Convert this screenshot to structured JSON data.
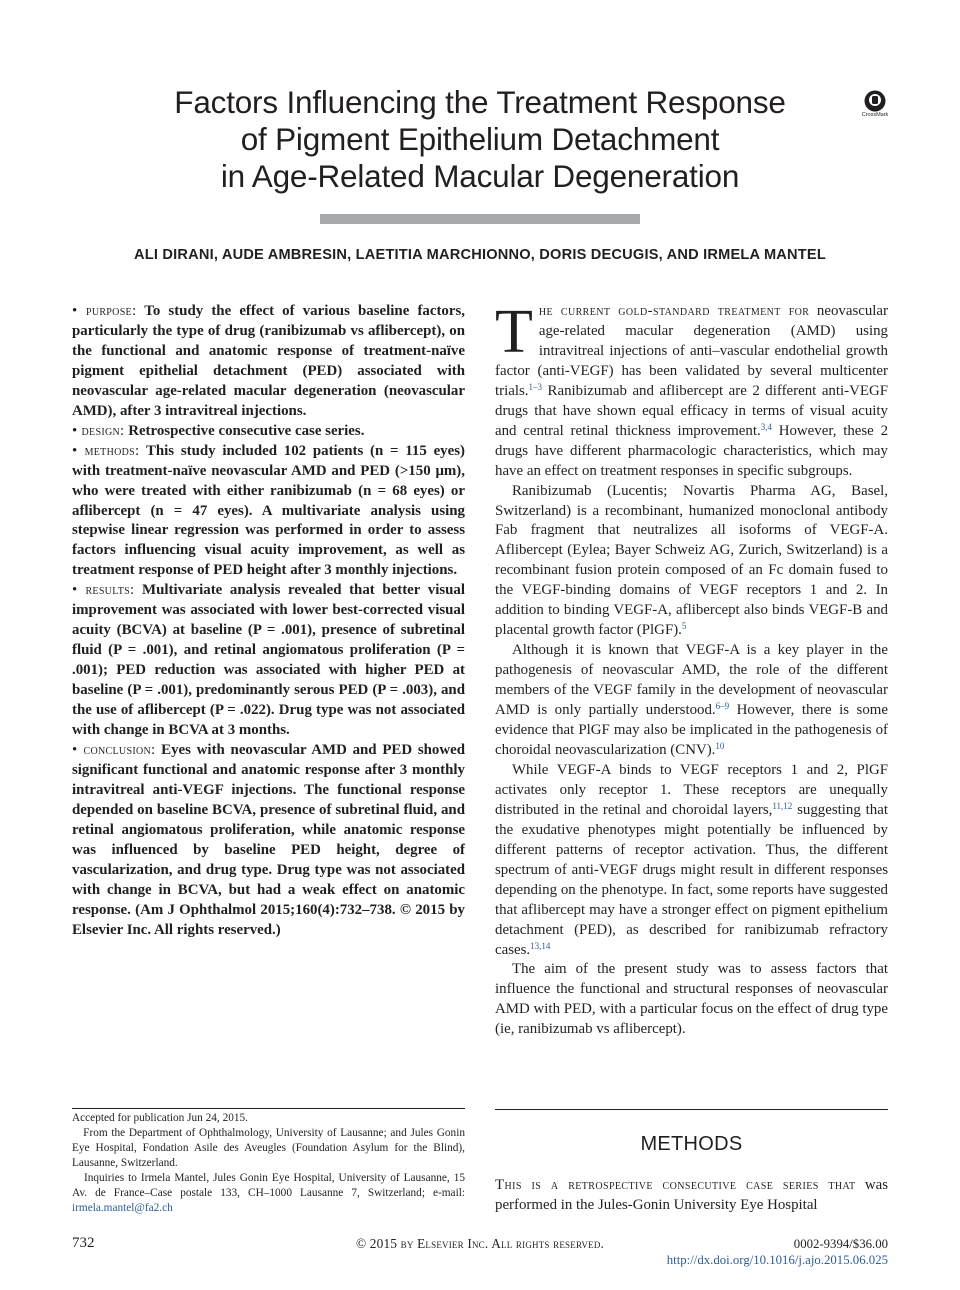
{
  "title": {
    "line1": "Factors Influencing the Treatment Response",
    "line2": "of Pigment Epithelium Detachment",
    "line3": "in Age-Related Macular Degeneration"
  },
  "crossmark_label": "CrossMark",
  "authors": "ALI DIRANI, AUDE AMBRESIN, LAETITIA MARCHIONNO, DORIS DECUGIS, AND IRMELA MANTEL",
  "abstract": {
    "purpose_label": "• purpose:",
    "purpose": "To study the effect of various baseline factors, particularly the type of drug (ranibizumab vs aflibercept), on the functional and anatomic response of treatment-naïve pigment epithelial detachment (PED) associated with neovascular age-related macular degeneration (neovascular AMD), after 3 intravitreal injections.",
    "design_label": "• design:",
    "design": "Retrospective consecutive case series.",
    "methods_label": "• methods:",
    "methods": "This study included 102 patients (n = 115 eyes) with treatment-naïve neovascular AMD and PED (>150 μm), who were treated with either ranibizumab (n = 68 eyes) or aflibercept (n = 47 eyes). A multivariate analysis using stepwise linear regression was performed in order to assess factors influencing visual acuity improvement, as well as treatment response of PED height after 3 monthly injections.",
    "results_label": "• results:",
    "results": "Multivariate analysis revealed that better visual improvement was associated with lower best-corrected visual acuity (BCVA) at baseline (P = .001), presence of subretinal fluid (P = .001), and retinal angiomatous proliferation (P = .001); PED reduction was associated with higher PED at baseline (P = .001), predominantly serous PED (P = .003), and the use of aflibercept (P = .022). Drug type was not associated with change in BCVA at 3 months.",
    "conclusion_label": "• conclusion:",
    "conclusion": "Eyes with neovascular AMD and PED showed significant functional and anatomic response after 3 monthly intravitreal anti-VEGF injections. The functional response depended on baseline BCVA, presence of subretinal fluid, and retinal angiomatous proliferation, while anatomic response was influenced by baseline PED height, degree of vascularization, and drug type. Drug type was not associated with change in BCVA, but had a weak effect on anatomic response. (Am J Ophthalmol 2015;160(4):732–738. © 2015 by Elsevier Inc. All rights reserved.)"
  },
  "footnotes": {
    "accepted": "Accepted for publication Jun 24, 2015.",
    "affiliation": "From the Department of Ophthalmology, University of Lausanne; and Jules Gonin Eye Hospital, Fondation Asile des Aveugles (Foundation Asylum for the Blind), Lausanne, Switzerland.",
    "inquiries": "Inquiries to Irmela Mantel, Jules Gonin Eye Hospital, University of Lausanne, 15 Av. de France–Case postale 133, CH–1000 Lausanne 7, Switzerland; e-mail:",
    "email": "irmela.mantel@fa2.ch"
  },
  "body": {
    "p1_dropcap": "T",
    "p1_lead": "he current gold-standard treatment for",
    "p1_a": "neovascular age-related macular degeneration (AMD) using intravitreal injections of anti–vascular endothelial growth factor (anti-VEGF) has been validated by several multicenter trials.",
    "p1_ref1": "1–3",
    "p1_b": "Ranibizumab and aflibercept are 2 different anti-VEGF drugs that have shown equal efficacy in terms of visual acuity and central retinal thickness improvement.",
    "p1_ref2": "3,4",
    "p1_c": "However, these 2 drugs have different pharmacologic characteristics, which may have an effect on treatment responses in specific subgroups.",
    "p2_a": "Ranibizumab (Lucentis; Novartis Pharma AG, Basel, Switzerland) is a recombinant, humanized monoclonal antibody Fab fragment that neutralizes all isoforms of VEGF-A. Aflibercept (Eylea; Bayer Schweiz AG, Zurich, Switzerland) is a recombinant fusion protein composed of an Fc domain fused to the VEGF-binding domains of VEGF receptors 1 and 2. In addition to binding VEGF-A, aflibercept also binds VEGF-B and placental growth factor (PlGF).",
    "p2_ref": "5",
    "p3_a": "Although it is known that VEGF-A is a key player in the pathogenesis of neovascular AMD, the role of the different members of the VEGF family in the development of neovascular AMD is only partially understood.",
    "p3_ref1": "6–9",
    "p3_b": "However, there is some evidence that PlGF may also be implicated in the pathogenesis of choroidal neovascularization (CNV).",
    "p3_ref2": "10",
    "p4_a": "While VEGF-A binds to VEGF receptors 1 and 2, PlGF activates only receptor 1. These receptors are unequally distributed in the retinal and choroidal layers,",
    "p4_ref1": "11,12",
    "p4_b": "suggesting that the exudative phenotypes might potentially be influenced by different patterns of receptor activation. Thus, the different spectrum of anti-VEGF drugs might result in different responses depending on the phenotype. In fact, some reports have suggested that aflibercept may have a stronger effect on pigment epithelium detachment (PED), as described for ranibizumab refractory cases.",
    "p4_ref2": "13,14",
    "p5": "The aim of the present study was to assess factors that influence the functional and structural responses of neovascular AMD with PED, with a particular focus on the effect of drug type (ie, ranibizumab vs aflibercept)."
  },
  "methods": {
    "heading": "METHODS",
    "lead": "This is a retrospective consecutive case series that",
    "text": "was performed in the Jules-Gonin University Eye Hospital"
  },
  "footer": {
    "page_number": "732",
    "copyright": "© 2015 by Elsevier Inc. All rights reserved.",
    "issn": "0002-9394/$36.00",
    "doi": "http://dx.doi.org/10.1016/j.ajo.2015.06.025"
  }
}
